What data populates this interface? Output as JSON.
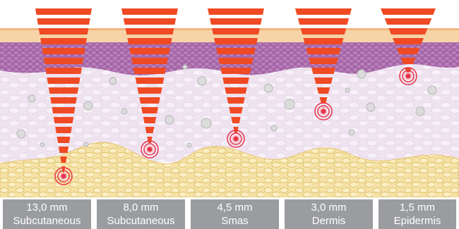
{
  "colors": {
    "beam": "#ef4a23",
    "focal": "#e8334a",
    "epidermis": "#9b5aa0",
    "dermis": "#efe4f0",
    "fat": "#f2d88e",
    "skin_top": "#f6cfa0",
    "label_bg": "#9a9c9f",
    "label_text": "#ffffff"
  },
  "transducers": [
    {
      "depth": "13,0 mm",
      "layer": "Subcutaneous"
    },
    {
      "depth": "8,0 mm",
      "layer": "Subcutaneous"
    },
    {
      "depth": "4,5 mm",
      "layer": "Smas"
    },
    {
      "depth": "3,0 mm",
      "layer": "Dermis"
    },
    {
      "depth": "1,5 mm",
      "layer": "Epidermis"
    }
  ]
}
